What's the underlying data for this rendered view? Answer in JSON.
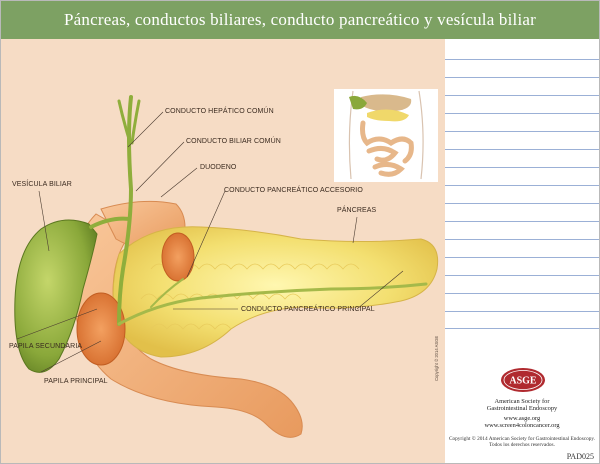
{
  "header": {
    "title": "Páncreas, conductos biliares, conducto pancreático y vesícula biliar"
  },
  "labels": {
    "conducto_hepatico_comun": "CONDUCTO HEPÁTICO COMÚN",
    "conducto_biliar_comun": "CONDUCTO BILIAR COMÚN",
    "duodeno": "DUODENO",
    "conducto_pancreatico_accesorio": "CONDUCTO PANCREÁTICO ACCESORIO",
    "pancreas": "PÁNCREAS",
    "vesicula_biliar": "VESÍCULA BILIAR",
    "papila_secundaria": "PAPILA SECUNDARIA",
    "papila_principal": "PAPILA PRINCIPAL",
    "conducto_pancreatico_principal": "CONDUCTO PANCREÁTICO PRINCIPAL"
  },
  "illustration_copyright": "Copyright © 2014 ASGE",
  "org": {
    "logo_text": "ASGE",
    "name_line1": "American Society for",
    "name_line2": "Gastrointestinal Endoscopy",
    "url1": "www.asge.org",
    "url2": "www.screen4coloncancer.org",
    "copyright_line1": "Copyright © 2014 American Society for Gastrointestinal Endoscopy.",
    "copyright_line2": "Todos los derechos reservados.",
    "code": "PAD025"
  },
  "colors": {
    "header_bg": "#7da163",
    "poster_bg": "#f6dcc5",
    "note_lines": "#9bb0d6",
    "logo_red": "#b02a2f"
  }
}
